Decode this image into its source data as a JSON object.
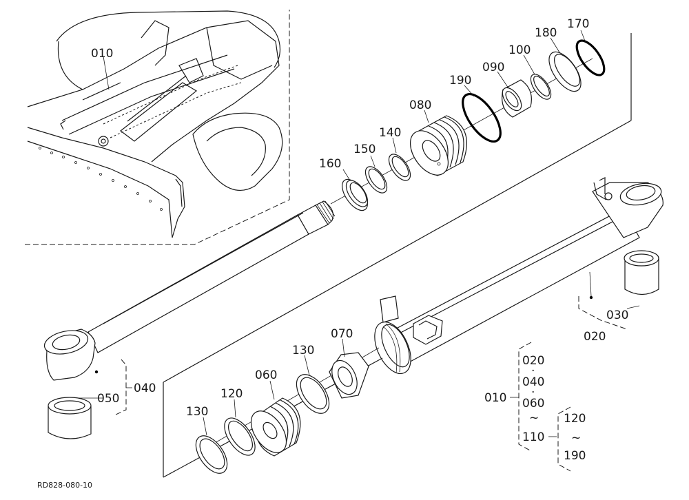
{
  "diagram": {
    "drawing_code": "RD828-080-10",
    "callouts": {
      "p010_inset": "010",
      "p170": "170",
      "p180": "180",
      "p100": "100",
      "p090": "090",
      "p190": "190",
      "p080": "080",
      "p140": "140",
      "p150": "150",
      "p160": "160",
      "p030": "030",
      "p020": "020",
      "p040": "040",
      "p050": "050",
      "p070": "070",
      "p130_upper": "130",
      "p060": "060",
      "p120": "120",
      "p130_lower": "130"
    },
    "assembly_key": {
      "assembly": "010",
      "members": [
        "020",
        "·",
        "040",
        "·",
        "060",
        "~",
        "110"
      ],
      "sub_members": [
        "120",
        "~",
        "190"
      ]
    }
  }
}
